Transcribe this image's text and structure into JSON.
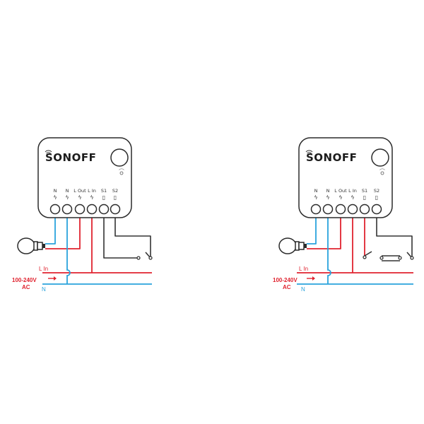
{
  "colors": {
    "live": "#e0232f",
    "neutral": "#2aa3dc",
    "switch_wire": "#333333",
    "outline": "#2b2b2b"
  },
  "icons": [
    "wifi-signal-icon",
    "bolt-icon",
    "button-icon",
    "light-bulb-icon",
    "arrow-right-icon",
    "switch-icon"
  ],
  "diagrams": [
    {
      "brand": "SONOFF",
      "terminals": [
        {
          "label": "N",
          "mark": "ϟ"
        },
        {
          "label": "N",
          "mark": "ϟ"
        },
        {
          "label": "L Out",
          "mark": "ϟ"
        },
        {
          "label": "L In",
          "mark": "ϟ"
        },
        {
          "label": "S1",
          "mark": "▯"
        },
        {
          "label": "S2",
          "mark": "▯"
        }
      ],
      "line_in_label": "L In",
      "voltage_label": "100-240V",
      "ac_label": "AC",
      "neutral_label": "N"
    },
    {
      "brand": "SONOFF",
      "terminals": [
        {
          "label": "N",
          "mark": "ϟ"
        },
        {
          "label": "N",
          "mark": "ϟ"
        },
        {
          "label": "L Out",
          "mark": "ϟ"
        },
        {
          "label": "L In",
          "mark": "ϟ"
        },
        {
          "label": "S1",
          "mark": "▯"
        },
        {
          "label": "S2",
          "mark": "▯"
        }
      ],
      "line_in_label": "L In",
      "voltage_label": "100-240V",
      "ac_label": "AC",
      "neutral_label": "N"
    }
  ]
}
